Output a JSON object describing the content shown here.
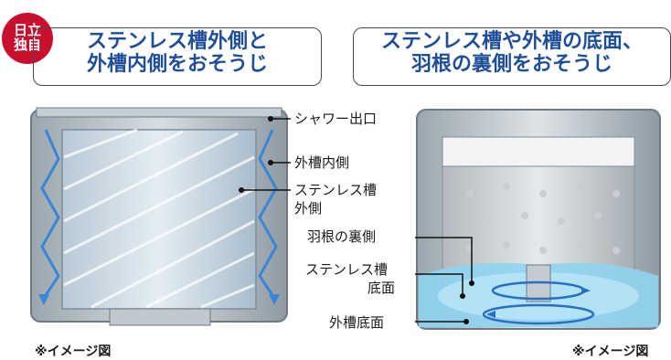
{
  "badge": {
    "line1": "日立",
    "line2": "独自"
  },
  "left_panel": {
    "title_line1": "ステンレス槽外側と",
    "title_line2": "外槽内側をおそうじ",
    "labels": {
      "shower_outlet": "シャワー出口",
      "outer_tub_inner": "外槽内側",
      "stainless_tub_outer_1": "ステンレス槽",
      "stainless_tub_outer_2": "外側"
    },
    "note": "※イメージ図"
  },
  "right_panel": {
    "title_line1": "ステンレス槽や外槽の底面、",
    "title_line2": "羽根の裏側をおそうじ",
    "labels": {
      "impeller_back": "羽根の裏側",
      "stainless_bottom_1": "ステンレス槽",
      "stainless_bottom_2": "底面",
      "outer_tub_bottom": "外槽底面"
    },
    "note": "※イメージ図"
  },
  "colors": {
    "title_blue": "#1f4e99",
    "badge_red": "#c8102e",
    "arrow_blue": "#3a86d6",
    "water": "#8fd3f0"
  }
}
